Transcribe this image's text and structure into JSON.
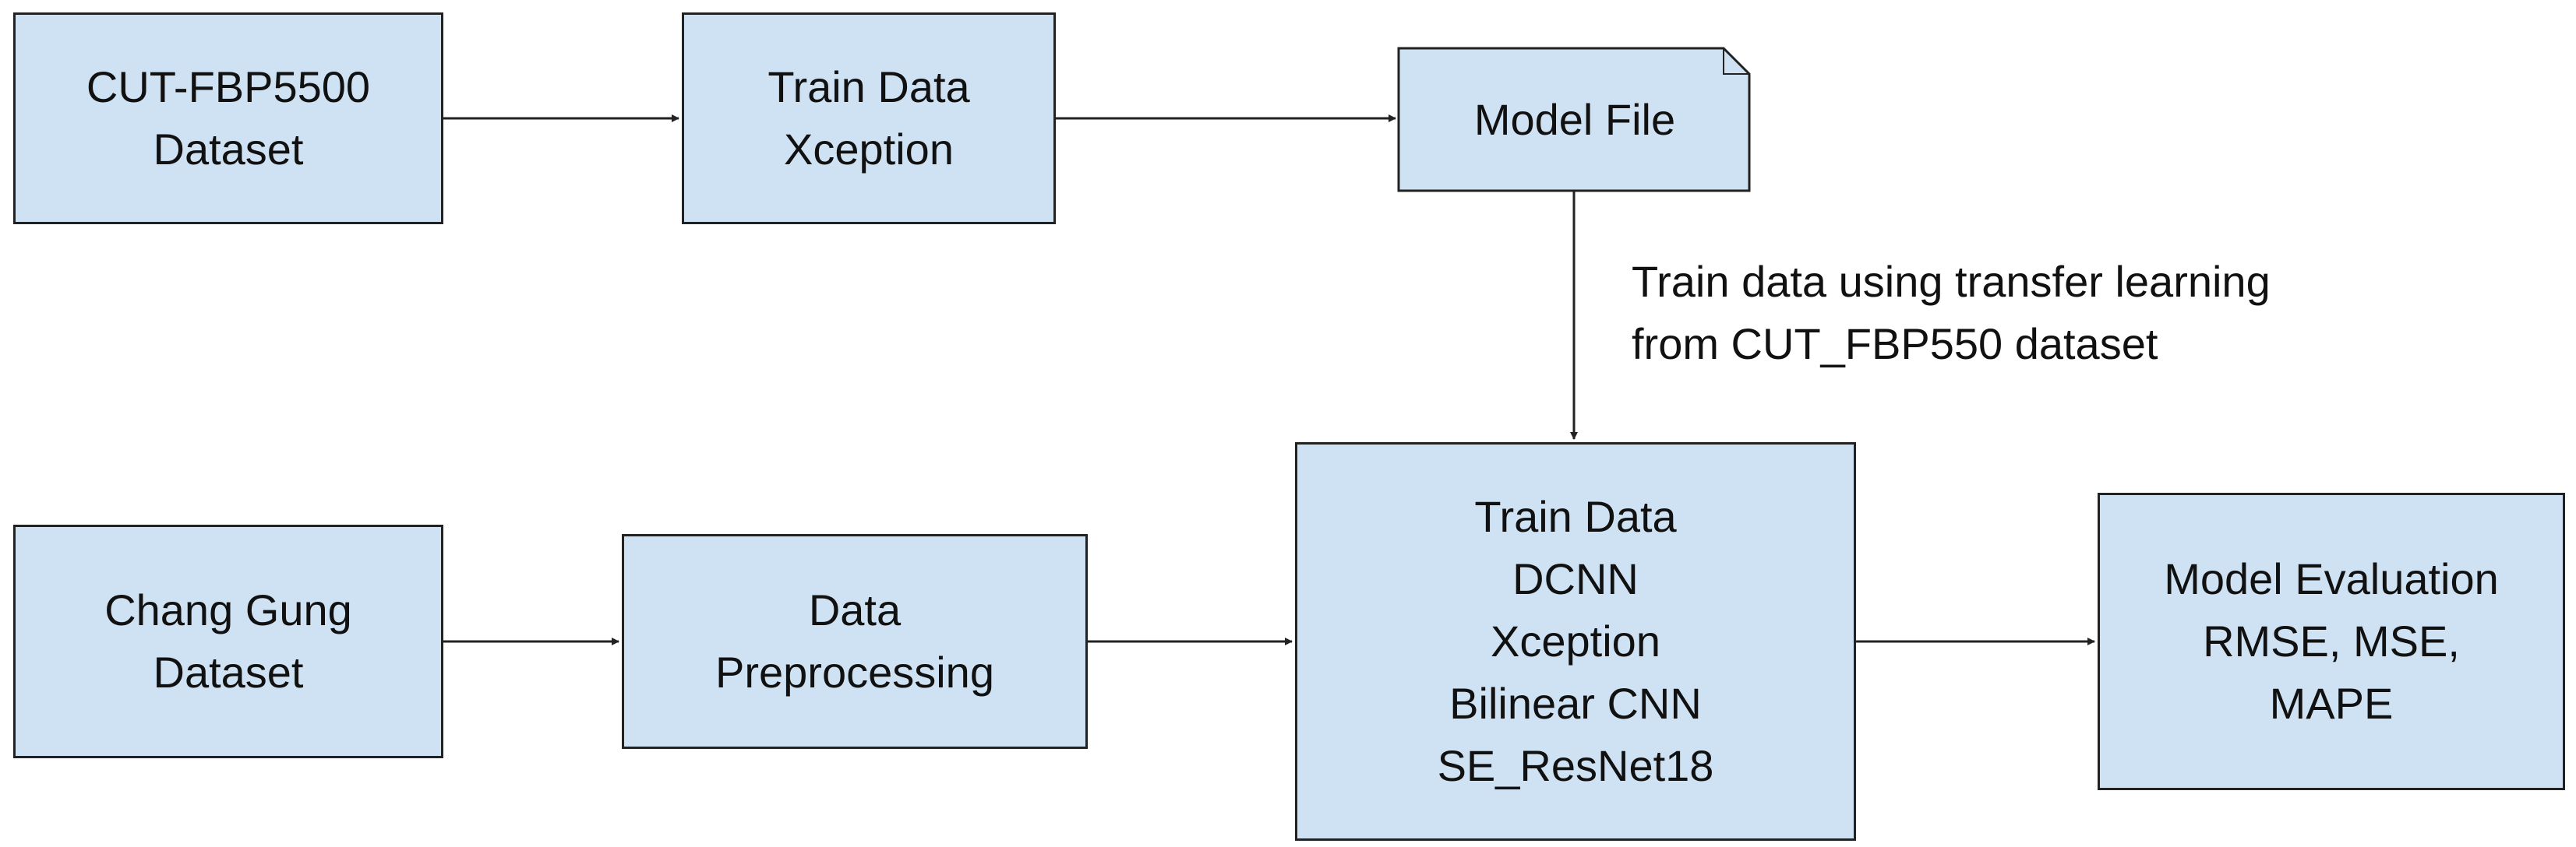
{
  "nodes": {
    "cut_dataset": [
      "CUT-FBP5500",
      "Dataset"
    ],
    "train_xception": [
      "Train Data",
      "Xception"
    ],
    "model_file": "Model File",
    "chang_gung": [
      "Chang Gung",
      "Dataset"
    ],
    "preprocessing": [
      "Data",
      "Preprocessing"
    ],
    "train_models": [
      "Train Data",
      "DCNN",
      "Xception",
      "Bilinear CNN",
      "SE_ResNet18"
    ],
    "evaluation": [
      "Model Evaluation",
      "RMSE, MSE,",
      "MAPE"
    ]
  },
  "annotation": [
    "Train data using transfer learning",
    "from CUT_FBP550 dataset"
  ],
  "colors": {
    "box_fill": "#cfe2f3",
    "stroke": "#222222",
    "text": "#111111"
  }
}
